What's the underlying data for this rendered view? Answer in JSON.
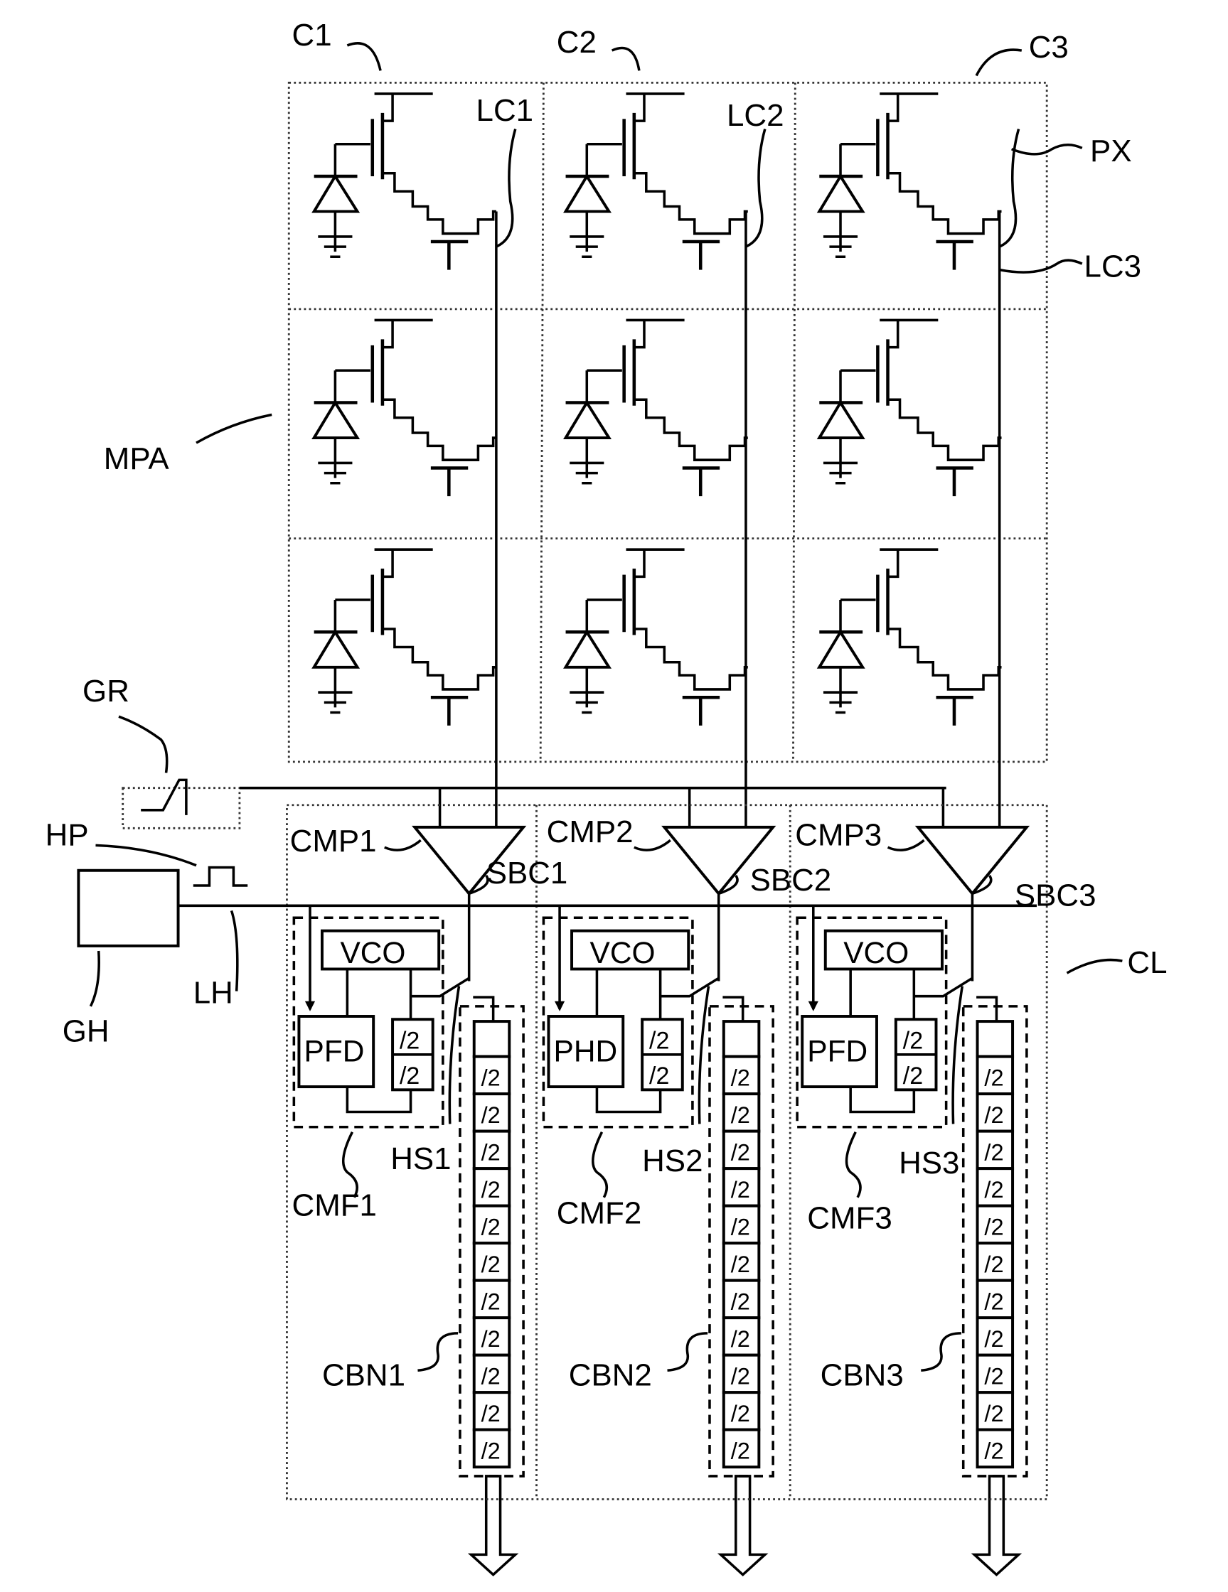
{
  "labels": {
    "columns": [
      "C1",
      "C2",
      "C3"
    ],
    "column_lines": [
      "LC1",
      "LC2",
      "LC3"
    ],
    "pixel": "PX",
    "matrix": "MPA",
    "ramp_generator": "GR",
    "clock_pulse": "HP",
    "clock_generator": "GH",
    "clock_line": "LH",
    "comparators": [
      "CMP1",
      "CMP2",
      "CMP3"
    ],
    "comparator_outputs": [
      "SBC1",
      "SBC2",
      "SBC3"
    ],
    "column_circuit": "CL",
    "multipliers": [
      "CMF1",
      "CMF2",
      "CMF3"
    ],
    "switches": [
      "HS1",
      "HS2",
      "HS3"
    ],
    "counters": [
      "CBN1",
      "CBN2",
      "CBN3"
    ],
    "vco": "VCO",
    "detectors": [
      "PFD",
      "PHD",
      "PFD"
    ],
    "divider": "/2"
  },
  "counter_divider_cells": 11
}
